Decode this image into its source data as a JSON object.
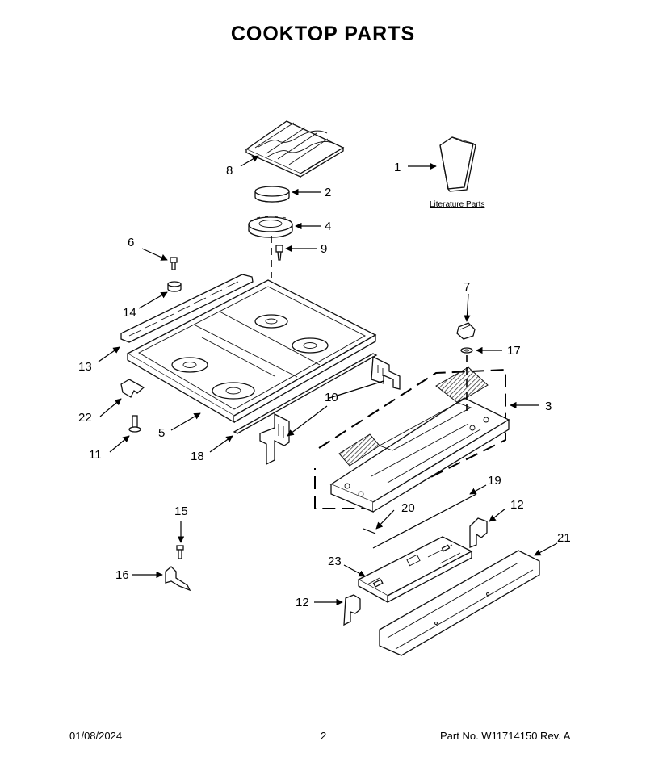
{
  "title": "COOKTOP PARTS",
  "literature_label": "Literature Parts",
  "callouts": {
    "c1": "1",
    "c2": "2",
    "c3": "3",
    "c4": "4",
    "c5": "5",
    "c6": "6",
    "c7": "7",
    "c8": "8",
    "c9": "9",
    "c10": "10",
    "c11": "11",
    "c12a": "12",
    "c12b": "12",
    "c13": "13",
    "c14": "14",
    "c15": "15",
    "c16": "16",
    "c17": "17",
    "c18": "18",
    "c19": "19",
    "c20": "20",
    "c21": "21",
    "c22": "22",
    "c23": "23"
  },
  "footer": {
    "date": "01/08/2024",
    "page": "2",
    "part_no": "Part No.  W11714150  Rev.  A"
  }
}
